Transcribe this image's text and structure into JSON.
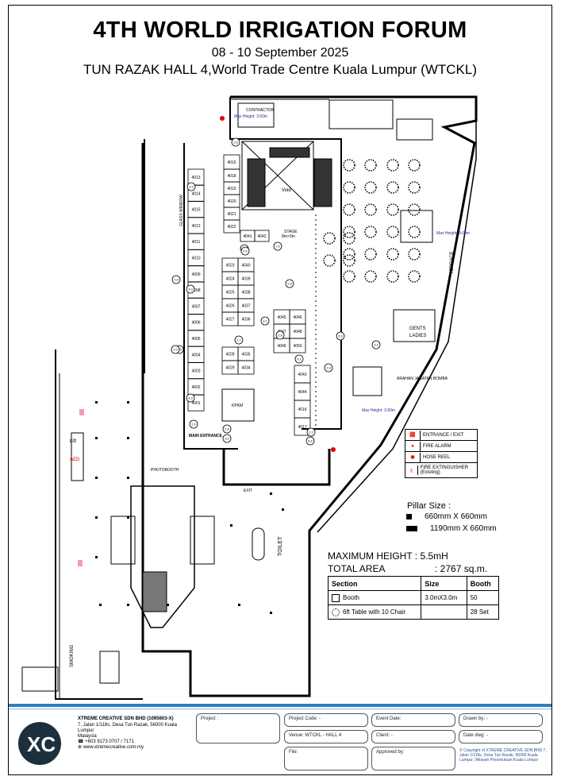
{
  "header": {
    "title": "4TH WORLD IRRIGATION FORUM",
    "dates": "08 - 10 September 2025",
    "venue": "TUN RAZAK HALL 4,World Trade Centre Kuala Lumpur (WTCKL)"
  },
  "plan_labels": {
    "contractor": "CONTRACTOR",
    "void": "Void",
    "stage": "STAGE",
    "stage_size": "8m×3m",
    "glass_window": "GLASS WINDOW",
    "main_entrance": "MAIN ENTRANCE",
    "kpkm": "KPKM",
    "exit": "EXIT",
    "toilet": "TOILET",
    "terrace": "TERRACE",
    "gents": "GENTS",
    "ladies": "LADIES",
    "lift": "Lift",
    "photobooth": "PHOTOBOOTH",
    "arahan": "ARAHAN JAGATAN BOMBA",
    "max_height_1": "Max Height: 3.60m",
    "max_height_2": "Max Height: 3.60m",
    "max_height_3": "Max Height: 3.60m",
    "fire": "AED",
    "smoking": "SMOKING"
  },
  "booths": {
    "col_a": [
      "4013",
      "4014",
      "4015",
      "4012",
      "4011",
      "4010",
      "4009",
      "4008",
      "4007",
      "4006",
      "4005",
      "4004",
      "4003",
      "4002",
      "4001"
    ],
    "col_b": [
      "4018",
      "4019",
      "4020",
      "4021",
      "4022"
    ],
    "col_c": [
      "4023",
      "4024",
      "4025",
      "4026",
      "4027"
    ],
    "col_d": [
      "4040",
      "4039",
      "4038",
      "4037",
      "4036"
    ],
    "col_e": [
      "4028",
      "4029"
    ],
    "col_f": [
      "4035",
      "4034"
    ],
    "col_g": [
      "4045",
      "4047",
      "4049"
    ],
    "col_h": [
      "4046",
      "4048",
      "4050"
    ],
    "col_i": [
      "4043",
      "4044",
      "4016",
      "4017"
    ],
    "top_row": [
      "4041",
      "4042"
    ],
    "top_single": "4015"
  },
  "pillars": [
    "2.0",
    "4.0",
    "2.9",
    "2.7",
    "3.1",
    "2.6",
    "2.6",
    "2.8",
    "2.8",
    "3.1",
    "2.5",
    "4.3",
    "2.4",
    "2.8",
    "2.3",
    "3.1",
    "2.6",
    "7.0",
    "2.1",
    "3.0",
    "2.6",
    "7.0",
    "4.8"
  ],
  "legend": {
    "items": [
      "ENTRANCE / EXIT",
      "FIRE ALARM",
      "HOSE REEL",
      "FIRE EXTINGUISHER (Existing)"
    ]
  },
  "pillar_size": {
    "title": "Pillar Size :",
    "small": "660mm X 660mm",
    "large": "1190mm X 660mm"
  },
  "summary": {
    "max_height": "MAXIMUM HEIGHT : 5.5mH",
    "total_area_label": "TOTAL AREA",
    "total_area_value": ": 2767 sq.m."
  },
  "section_table": {
    "headers": [
      "Section",
      "Size",
      "Booth"
    ],
    "rows": [
      {
        "section": "Booth",
        "size": "3.0mX3.0m",
        "booth": "50"
      },
      {
        "section": "6ft Table with 10 Chair",
        "size": "",
        "booth": "28 Set"
      }
    ]
  },
  "footer": {
    "company_name": "XTREME CREATIVE SDN BHD",
    "company_reg": "(1095603-X)",
    "address": "7, Jalan 1/118c, Desa Tun Razak, 56000 Kuala Lumpur",
    "state": "Malaysia",
    "phone": "+603 9173 0707 / 7171",
    "web": "www.xtremecreative.com.my",
    "project_label": "Project :",
    "project_code_label": "Project Code:",
    "project_code_value": "-",
    "event_date_label": "Event Date:",
    "drawn_by_label": "Drawn by:",
    "drawn_by_value": "-",
    "venue_label": "Venue:",
    "venue_value": "WTCKL - HALL 4",
    "client_label": "Client:",
    "client_value": "-",
    "date_dwg_label": "Date dwg:",
    "date_dwg_value": "-",
    "file_label": "File:",
    "approved_label": "Approved by:",
    "copyright": "© Copyright of XTREME CREATIVE SDN BHD 7, Jalan 1/118c, Desa Tun Razak, 56000 Kuala Lumpur, Wilayah Persekutuan Kuala Lumpur"
  }
}
